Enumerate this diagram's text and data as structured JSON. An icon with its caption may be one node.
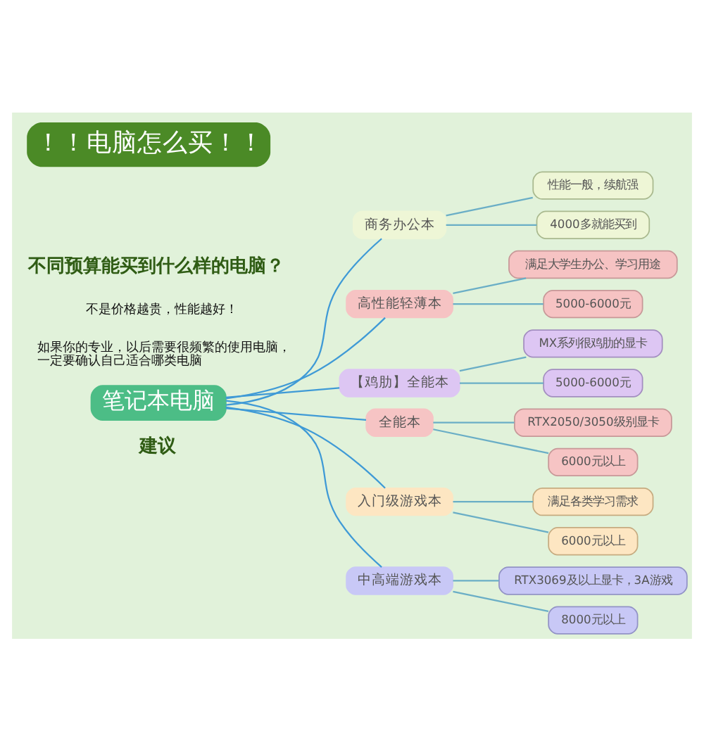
{
  "diagram": {
    "title": "！！电脑怎么买！！",
    "nodes": [
      {
        "text": [
          "笔记本电脑"
        ]
      },
      {
        "text": [
          "商务办公本"
        ]
      },
      {
        "text": [
          "性能一般，续航强"
        ]
      },
      {
        "text": [
          "4000多就能买到"
        ]
      },
      {
        "text": [
          "高性能轻薄本"
        ]
      },
      {
        "text": [
          "满足大学生办公、学习用途"
        ]
      },
      {
        "text": [
          "5000-6000元"
        ]
      },
      {
        "text": [
          "【鸡肋】全能本"
        ]
      },
      {
        "text": [
          "MX系列很鸡肋的显卡"
        ]
      },
      {
        "text": [
          "5000-6000元"
        ]
      },
      {
        "text": [
          "全能本"
        ]
      },
      {
        "text": [
          "RTX2050/3050级别显卡"
        ]
      },
      {
        "text": [
          "6000元以上"
        ]
      },
      {
        "text": [
          "入门级游戏本"
        ]
      },
      {
        "text": [
          "满足各类学习需求"
        ]
      },
      {
        "text": [
          "6000元以上"
        ]
      },
      {
        "text": [
          "中高端游戏本"
        ]
      },
      {
        "text": [
          "RTX3069及以上显卡，3A游戏"
        ]
      },
      {
        "text": [
          "8000元以上"
        ]
      }
    ],
    "edges": [
      {
        "from": 0,
        "to": 1,
        "arrow": "none",
        "color": "#3f9ad6"
      },
      {
        "from": 1,
        "to": 2,
        "arrow": "none"
      },
      {
        "from": 1,
        "to": 3,
        "arrow": "none"
      },
      {
        "from": 0,
        "to": 4,
        "arrow": "none",
        "color": "#3f9ad6"
      },
      {
        "from": 4,
        "to": 5,
        "arrow": "none"
      },
      {
        "from": 4,
        "to": 6,
        "arrow": "none"
      },
      {
        "from": 0,
        "to": 7,
        "arrow": "none",
        "color": "#3f9ad6"
      },
      {
        "from": 7,
        "to": 8,
        "arrow": "none"
      },
      {
        "from": 7,
        "to": 9,
        "arrow": "none"
      },
      {
        "from": 0,
        "to": 10,
        "arrow": "none",
        "color": "#3f9ad6"
      },
      {
        "from": 10,
        "to": 11,
        "arrow": "none"
      },
      {
        "from": 10,
        "to": 12,
        "arrow": "none"
      },
      {
        "from": 0,
        "to": 13,
        "arrow": "none",
        "color": "#3f9ad6"
      },
      {
        "from": 13,
        "to": 14,
        "arrow": "none"
      },
      {
        "from": 13,
        "to": 15,
        "arrow": "none"
      },
      {
        "from": 0,
        "to": 16,
        "arrow": "none",
        "color": "#3f9ad6"
      },
      {
        "from": 16,
        "to": 17,
        "arrow": "none"
      },
      {
        "from": 16,
        "to": 18,
        "arrow": "none"
      }
    ],
    "labels": [
      "不同预算能买到什么样的电脑？",
      "不是价格越贵，性能越好！",
      "如果你的专业，以后需要很频繁的使用电脑，一定要确认自己适合哪类电脑",
      "建议"
    ]
  }
}
